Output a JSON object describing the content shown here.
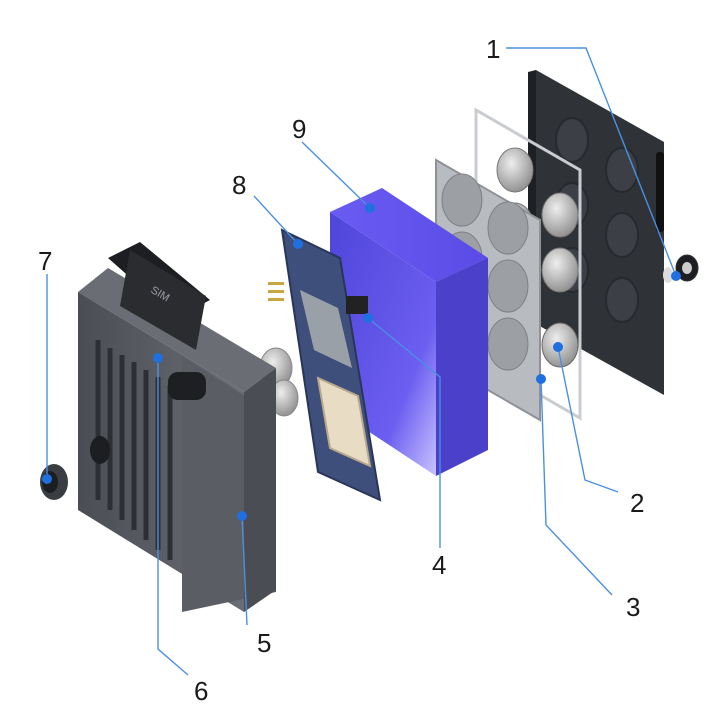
{
  "callouts": [
    {
      "id": "1",
      "label": "1"
    },
    {
      "id": "2",
      "label": "2"
    },
    {
      "id": "3",
      "label": "3"
    },
    {
      "id": "4",
      "label": "4"
    },
    {
      "id": "5",
      "label": "5"
    },
    {
      "id": "6",
      "label": "6"
    },
    {
      "id": "7",
      "label": "7"
    },
    {
      "id": "8",
      "label": "8"
    },
    {
      "id": "9",
      "label": "9"
    }
  ],
  "housing_embossed_text": "SIM",
  "colors": {
    "leader_line": "#4a90e2",
    "marker_dot": "#1f6fe0",
    "battery": "#5b4fe0",
    "pcb": "#3d4f7a",
    "housing": "#555a60"
  }
}
